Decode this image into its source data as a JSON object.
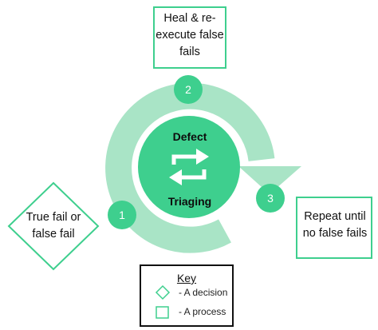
{
  "center": {
    "title_top": "Defect",
    "title_bottom": "Triaging"
  },
  "steps": [
    {
      "number": "1",
      "label": "True fail or false fail"
    },
    {
      "number": "2",
      "label": "Heal & re-execute false fails"
    },
    {
      "number": "3",
      "label": "Repeat until no false fails"
    }
  ],
  "key": {
    "title": "Key",
    "items": [
      {
        "shape": "diamond",
        "text": "- A decision"
      },
      {
        "shape": "square",
        "text": "- A process"
      }
    ]
  },
  "colors": {
    "ring": "#a9e4c6",
    "node": "#3ecf8e",
    "box_border": "#3ecf8e",
    "key_border": "#111111"
  },
  "icons": {
    "center": "repeat-arrows-icon"
  }
}
